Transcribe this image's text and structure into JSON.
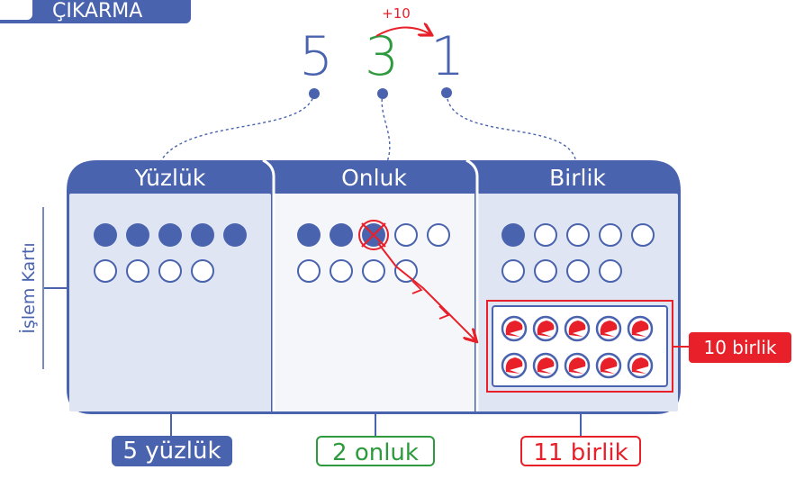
{
  "header": {
    "title": "ÇIKARMA"
  },
  "number": {
    "hundreds": "5",
    "tens": "3",
    "ones": "1",
    "carry_label": "+10"
  },
  "columns": {
    "hundreds": "Yüzlük",
    "tens": "Onluk",
    "ones": "Birlik"
  },
  "side_label": "İşlem Kartı",
  "results": {
    "hundreds": "5 yüzlük",
    "tens": "2 onluk",
    "ones": "11 birlik"
  },
  "group_label": "10 birlik",
  "counters": {
    "hundreds": {
      "filled": 5,
      "empty": 4
    },
    "tens": {
      "filled": 3,
      "crossed": 1,
      "empty": 6
    },
    "ones": {
      "filled": 1,
      "empty": 8,
      "regrouped": 10
    }
  },
  "colors": {
    "blue": "#4a63ae",
    "green": "#2e9a3e",
    "red": "#e8202a",
    "panel_blue": "#dfe5f2",
    "panel_light": "#f5f6f9"
  }
}
